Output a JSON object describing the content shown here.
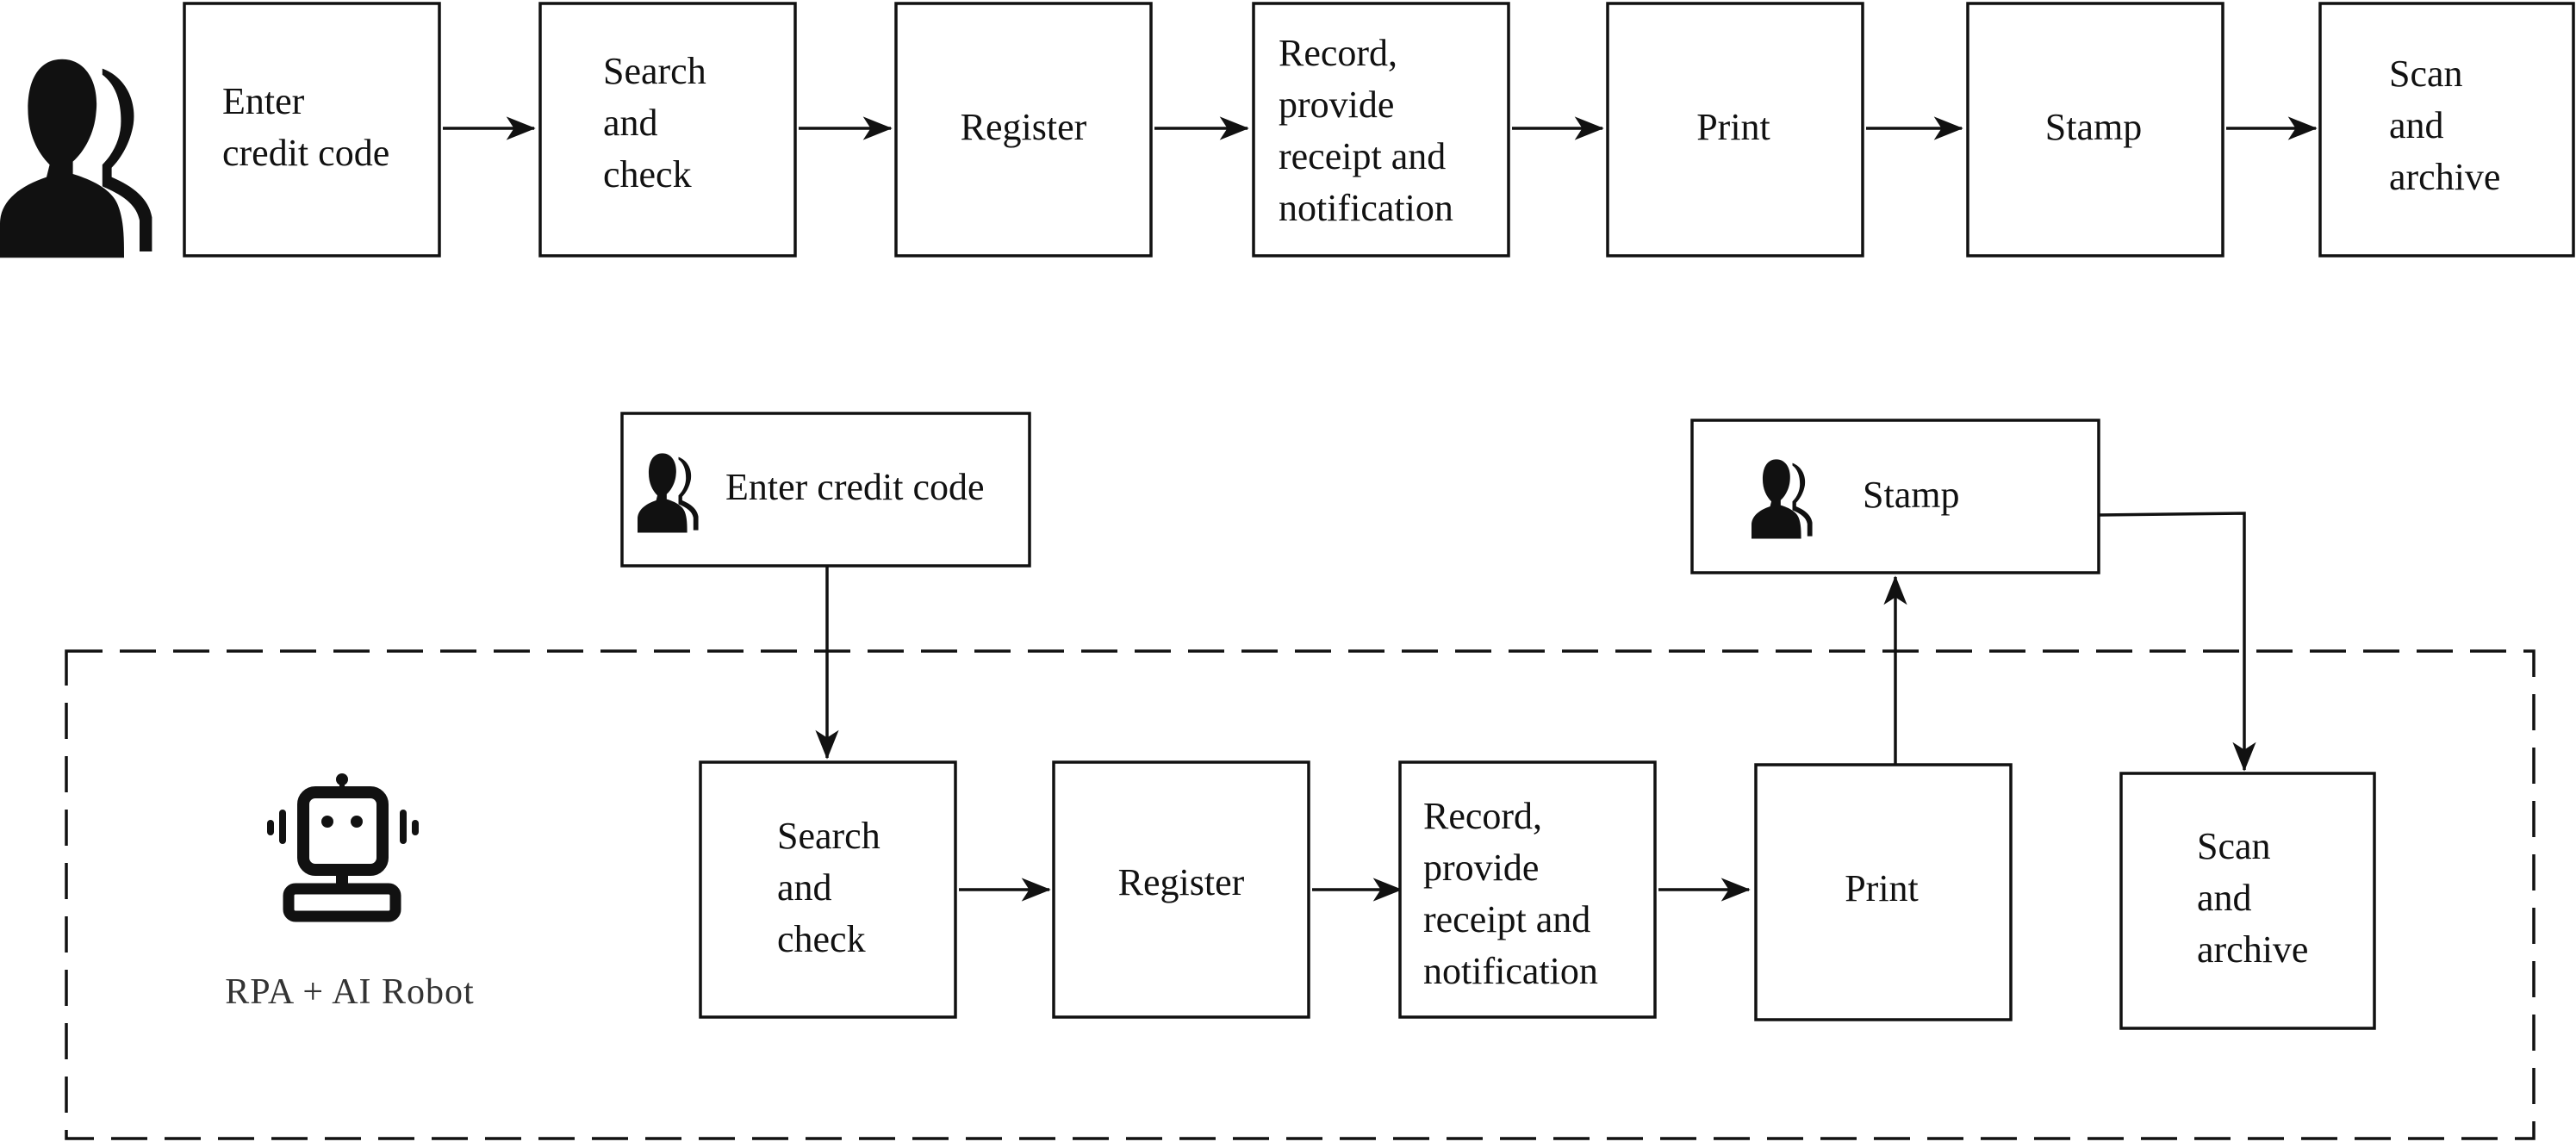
{
  "manual_process": {
    "steps": [
      {
        "lines": [
          "Enter",
          "credit code"
        ]
      },
      {
        "lines": [
          "Search",
          "and",
          "check"
        ]
      },
      {
        "lines": [
          "Register"
        ]
      },
      {
        "lines": [
          "Record,",
          "provide",
          "receipt and",
          "notification"
        ]
      },
      {
        "lines": [
          "Print"
        ]
      },
      {
        "lines": [
          "Stamp"
        ]
      },
      {
        "lines": [
          "Scan",
          "and",
          "archive"
        ]
      }
    ]
  },
  "automated_process": {
    "human_steps": [
      {
        "lines": [
          "Enter credit code"
        ]
      },
      {
        "lines": [
          "Stamp"
        ]
      }
    ],
    "robot_steps": [
      {
        "lines": [
          "Search",
          "and",
          "check"
        ]
      },
      {
        "lines": [
          "Register"
        ]
      },
      {
        "lines": [
          "Record,",
          "provide",
          "receipt and",
          "notification"
        ]
      },
      {
        "lines": [
          "Print"
        ]
      },
      {
        "lines": [
          "Scan",
          "and",
          "archive"
        ]
      }
    ],
    "robot_label": "RPA + AI Robot"
  },
  "icons": {
    "human": "users-icon",
    "robot": "robot-icon"
  },
  "colors": {
    "stroke": "#111111",
    "background": "#ffffff"
  }
}
